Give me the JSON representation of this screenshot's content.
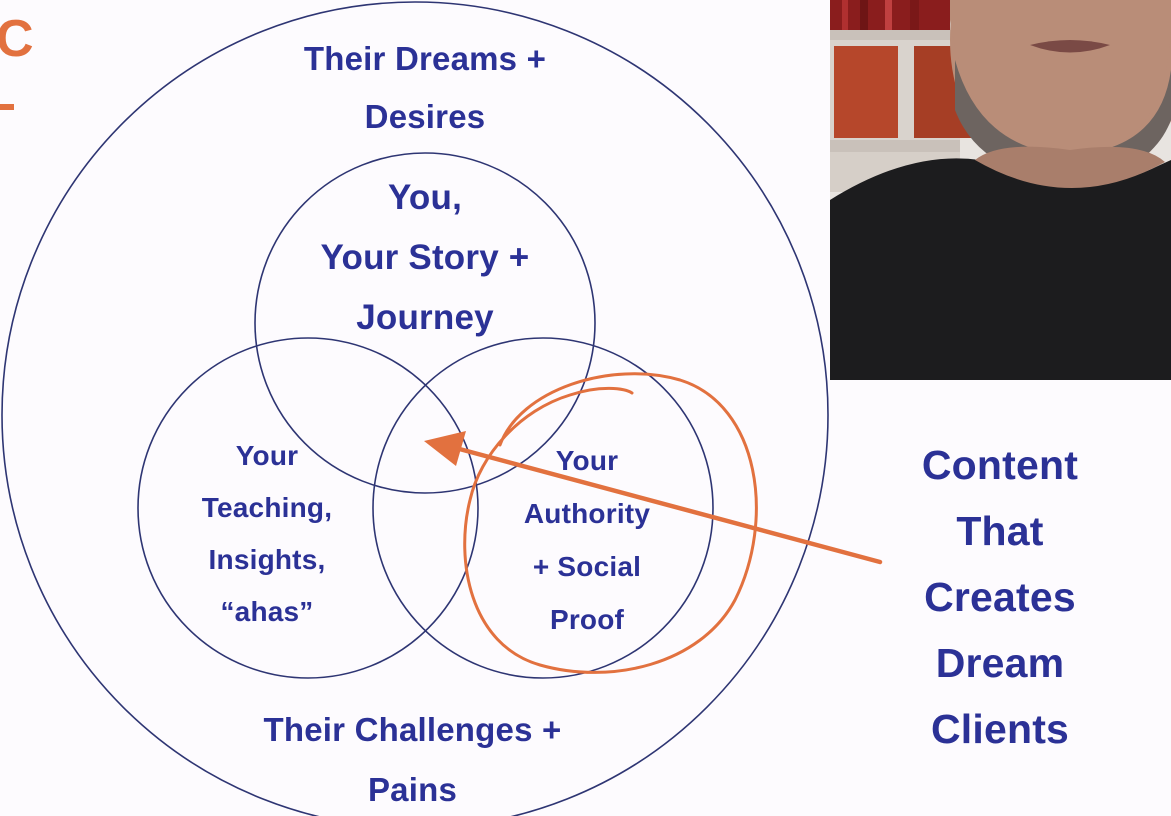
{
  "diagram": {
    "outer_label": "Their Dreams +\nDesires",
    "bottom_label": "Their Challenges +\nPains",
    "circles": [
      {
        "id": "you",
        "label": "You,\nYour Story +\nJourney"
      },
      {
        "id": "teaching",
        "label": "Your\nTeaching,\nInsights,\n“ahas”"
      },
      {
        "id": "authority",
        "label": "Your\nAuthority\n+ Social\nProof"
      }
    ],
    "callout": "Content\nThat\nCreates\nDream\nClients",
    "edge_fragment": "C",
    "colors": {
      "text": "#2b3196",
      "circle_stroke": "#2e3573",
      "annotation": "#e2713f",
      "background": "#fdfbfe"
    }
  },
  "video": {
    "description_icon": "presenter-video-thumbnail"
  }
}
